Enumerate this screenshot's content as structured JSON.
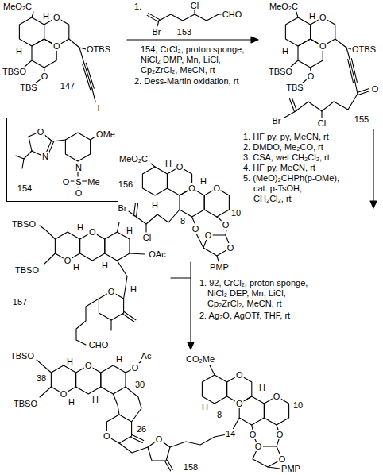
{
  "diagram": {
    "nodes": [
      {
        "text": [
          "O",
          "N",
          "OMe",
          "N",
          "S",
          "O",
          "O",
          "Me",
          "154"
        ]
      }
    ],
    "labels": [
      "MeO₂C",
      "H",
      "O",
      "H",
      "O",
      "OTBS",
      "TBSO",
      "O",
      "TBS",
      "147",
      "I",
      "1.",
      "Br",
      "Cl",
      "CHO",
      "153",
      "154, CrCl₂, proton sponge,",
      "NiCl₂ DMP, Mn, LiCl,",
      "Cp₂ZrCl₂, MeCN, rt",
      "2. Dess-Martin oxidation, rt",
      "MeO₂C",
      "H",
      "O",
      "H",
      "O",
      "OTBS",
      "TBSO",
      "O",
      "TBS",
      "O",
      "Br",
      "Cl",
      "155",
      "1. HF py, py, MeCN, rt",
      "2. DMDO, Me₂CO, rt",
      "3. CSA, wet CH₂Cl₂, rt",
      "4. HF py, MeCN, rt",
      "5. (MeO)₂CHPh(p-OMe),",
      "cat. p-TsOH,",
      "CH₂Cl₂, rt",
      "MeO₂C",
      "H",
      "O",
      "H",
      "8",
      "O",
      "H",
      "10",
      "O",
      "O",
      "O",
      "O",
      "O",
      "Br",
      "Cl",
      "PMP",
      "156",
      "TBSO",
      "H",
      "O",
      "H",
      "OAc",
      "TBSO",
      "H",
      "O",
      "H",
      "O",
      "CHO",
      "157",
      "H",
      "1. 92, CrCl₂, proton sponge,",
      "NiCl₂ DEP, Mn, LiCl,",
      "Cp₂ZrCl₂, MeCN, rt",
      "2. Ag₂O, AgOTf, THF, rt",
      "TBSO",
      "38",
      "H",
      "O",
      "H",
      "Ac",
      "O",
      "CO₂Me",
      "TBSO",
      "H",
      "O",
      "H",
      "30",
      "O",
      "H",
      "8",
      "O",
      "O",
      "H",
      "10",
      "O",
      "26",
      "O",
      "14",
      "O",
      "O",
      "O",
      "O",
      "PMP",
      "158"
    ]
  }
}
